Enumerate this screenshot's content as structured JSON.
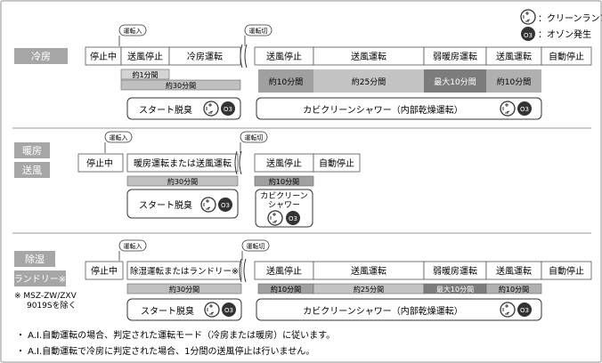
{
  "legend": {
    "clean_lamp": "：クリーンランプ点灯",
    "ozone": "：オゾン発生",
    "ozone_symbol": "O3"
  },
  "labels": {
    "run_on": "運転入",
    "run_off": "運転切",
    "stop": "停止中"
  },
  "cooling": {
    "mode": "冷房",
    "steps_before": [
      "送風停止",
      "冷房運転"
    ],
    "steps_after": [
      "送風停止",
      "送風運転",
      "弱暖房運転",
      "送風運転",
      "自動停止"
    ],
    "dur_1min": "約1分間",
    "dur_30min": "約30分間",
    "dur_after": [
      "約10分間",
      "約25分間",
      "最大10分間",
      "約10分間"
    ],
    "start_deodor": "スタート脱臭",
    "shower": "カビクリーンシャワー（内部乾燥運転）"
  },
  "heating": {
    "mode1": "暖房",
    "mode2": "送風",
    "step_before": "暖房運転または送風運転",
    "steps_after": [
      "送風停止",
      "自動停止"
    ],
    "dur_30min": "約30分間",
    "dur_10min": "約10分間",
    "start_deodor": "スタート脱臭",
    "shower_line1": "カビクリーン",
    "shower_line2": "シャワー"
  },
  "dehumid": {
    "mode1": "除湿",
    "mode2": "ランドリー※",
    "step_before": "除湿運転またはランドリー※",
    "steps_after": [
      "送風停止",
      "送風運転",
      "弱暖房運転",
      "送風運転",
      "自動停止"
    ],
    "dur_30min": "約30分間",
    "dur_after": [
      "約10分間",
      "約25分間",
      "最大10分間",
      "約10分間"
    ],
    "start_deodor": "スタート脱臭",
    "shower": "カビクリーンシャワー（内部乾燥運転）",
    "note_line1": "※ MSZ-ZW/ZXV",
    "note_line2": "9019Sを除く"
  },
  "notes": [
    "・ A.I.自動運転の場合、判定された運転モード（冷房または暖房）に従います。",
    "・ A.I.自動運転で冷房に判定された場合、1分間の送風停止は行いません。"
  ],
  "colors": {
    "mode_bg": "#a6a6a6",
    "dur_light": "#c8c8c8",
    "dur_dark": "#9a9a9a",
    "dur_darkest": "#7a7a7a"
  }
}
